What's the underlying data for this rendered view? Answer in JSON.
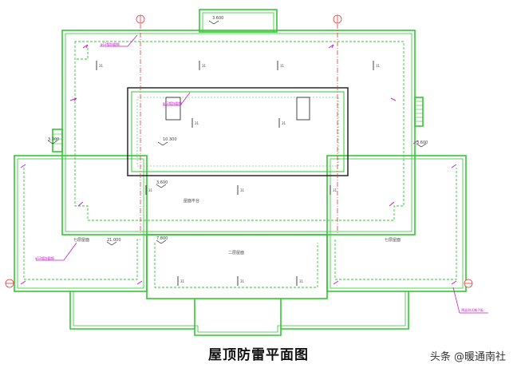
{
  "title": "屋顶防雷平面图",
  "watermark": "头条 @暖通南社",
  "colors": {
    "wall_green": "#2fc92f",
    "wall_dark": "#1a1a1a",
    "axis_red": "#e23a3a",
    "conductor_green": "#35c435",
    "marker_magenta": "#d21ad2",
    "annotation": "#c21ec2"
  },
  "labels": {
    "elev_top": "3.600",
    "elev_left": "3.300",
    "elev_right": "3.600",
    "elev_core": "10.300",
    "elev_lower_left": "21.000",
    "elev_lower_mid": "7.800",
    "elev_center": "3.600",
    "platform": "屋面平台",
    "left_roof": "七层屋面",
    "right_roof": "七层屋面",
    "center_roof": "二层屋面",
    "tag_a": "φ12镀锌圆钢",
    "tag_b": "φ12镀锌圆钢",
    "tag_c": "φ12镀锌圆钢",
    "tag_d": "预留测试端子板",
    "note_mark": "31"
  }
}
